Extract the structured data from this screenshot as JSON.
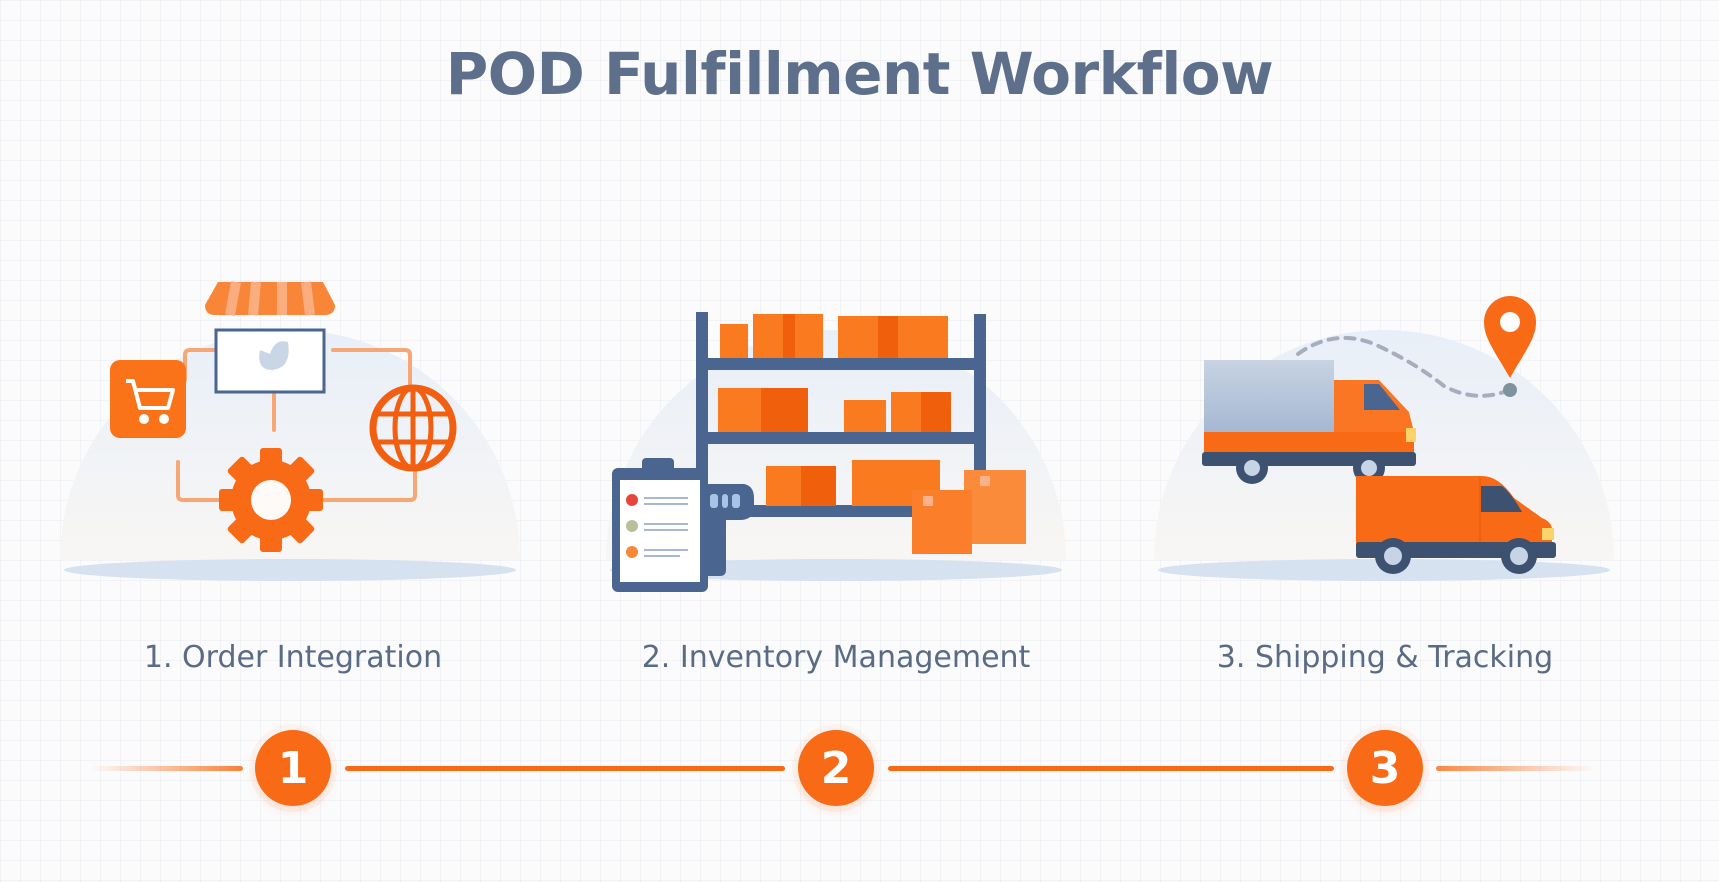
{
  "title": "POD Fulfillment Workflow",
  "steps": [
    {
      "number": "1",
      "label": "1. Order Integration",
      "icon": "order-integration-illustration"
    },
    {
      "number": "2",
      "label": "2. Inventory Management",
      "icon": "inventory-shelf-illustration"
    },
    {
      "number": "3",
      "label": "3. Shipping & Tracking",
      "icon": "delivery-trucks-illustration"
    }
  ],
  "colors": {
    "accent": "#f96a16",
    "title": "#5d6f8a",
    "label": "#5a6b85",
    "navy": "#4a6590",
    "dome": "#e9f0f8",
    "base": "#d6e2ef"
  }
}
